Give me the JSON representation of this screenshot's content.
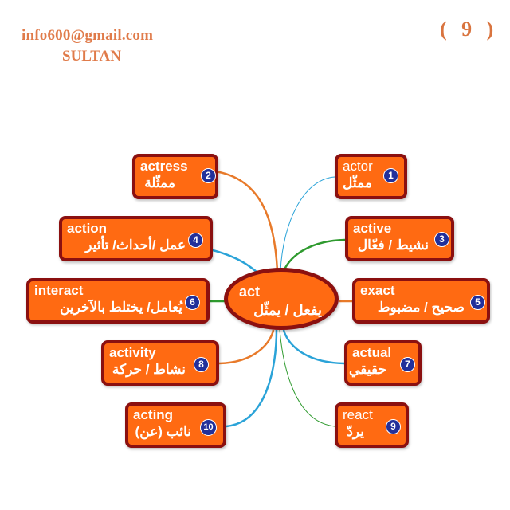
{
  "header": {
    "email": "info600@gmail.com",
    "name": "SULTAN",
    "page_number": "( 9 )"
  },
  "colors": {
    "node_fill": "#ff6a12",
    "node_border": "#8b1010",
    "badge_fill": "#22309a",
    "header_text": "#e07b4a",
    "link_orange": "#e87a2a",
    "link_blue": "#2aa3d8",
    "link_green": "#2e9a2e"
  },
  "center": {
    "en": "act",
    "ar": "يفعل / يمثّل"
  },
  "nodes": [
    {
      "num": "1",
      "en": "actor",
      "ar": "ممثّل"
    },
    {
      "num": "2",
      "en": "actress",
      "ar": "ممثّلة"
    },
    {
      "num": "3",
      "en": "active",
      "ar": "نشيط / فعّال"
    },
    {
      "num": "4",
      "en": "action",
      "ar": "عمل /أحداث/ تأثير"
    },
    {
      "num": "5",
      "en": "exact",
      "ar": "صحيح / مضبوط"
    },
    {
      "num": "6",
      "en": "interact",
      "ar": "يُعامل/ يختلط بالآخرين"
    },
    {
      "num": "7",
      "en": "actual",
      "ar": "حقيقي"
    },
    {
      "num": "8",
      "en": "activity",
      "ar": "نشاط / حركة"
    },
    {
      "num": "9",
      "en": "react",
      "ar": "يردّ"
    },
    {
      "num": "10",
      "en": "acting",
      "ar": "نائب (عن)"
    }
  ]
}
